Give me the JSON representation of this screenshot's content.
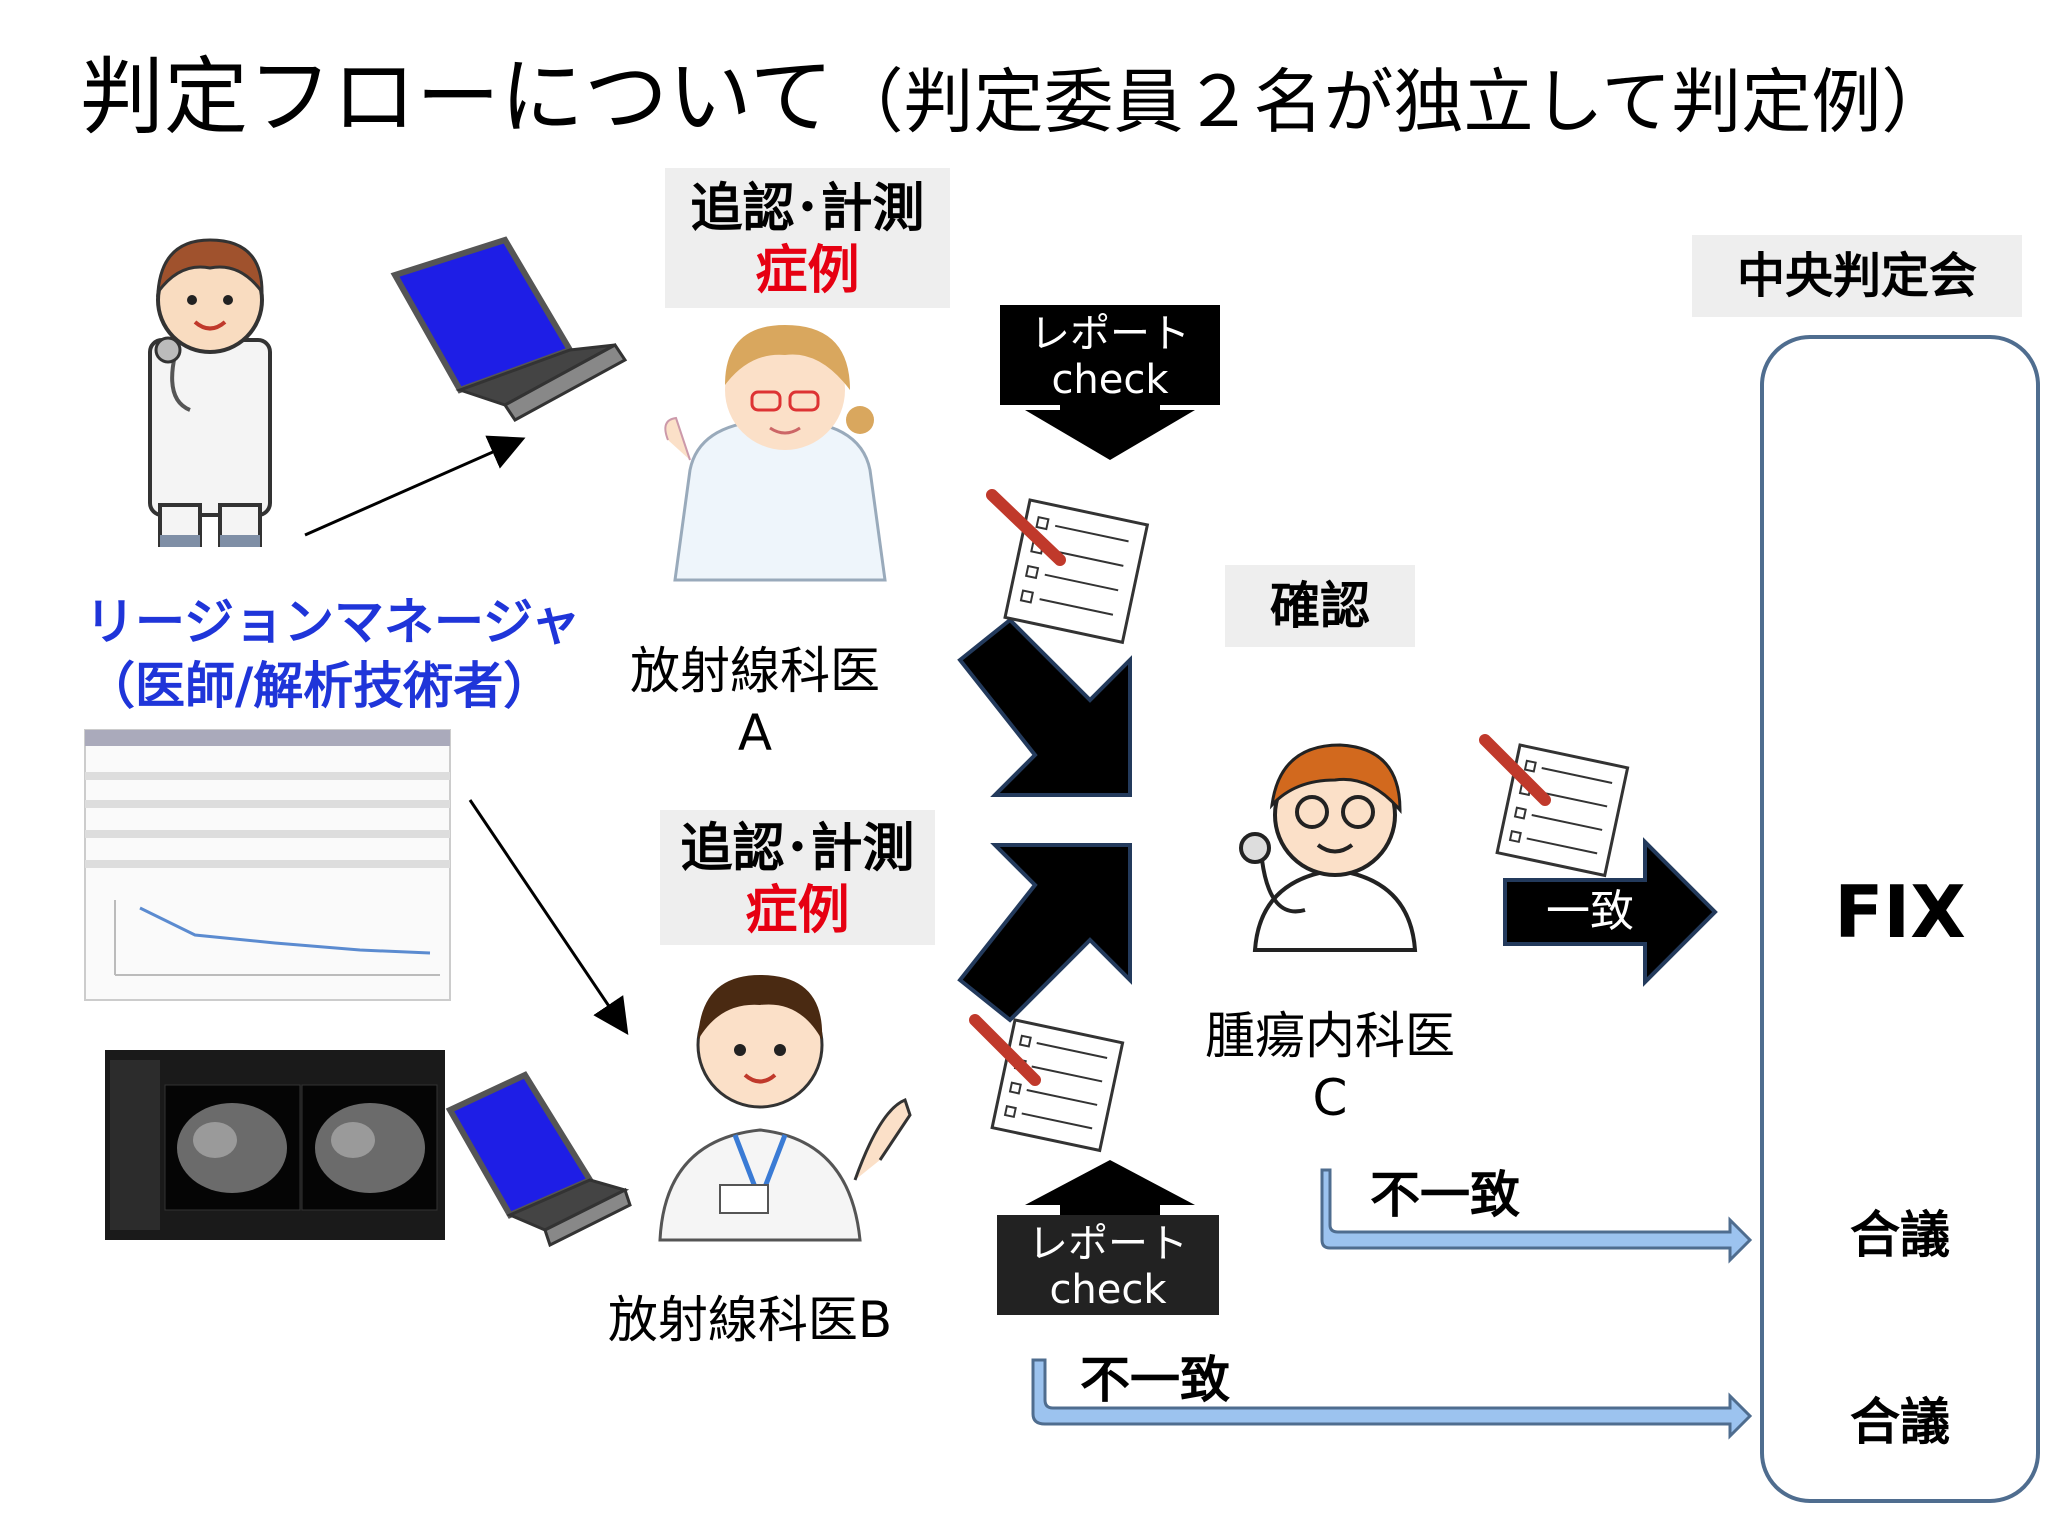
{
  "title": {
    "main": "判定フローについて",
    "sub": "（判定委員２名が独立して判定例）"
  },
  "region_manager": {
    "line1": "リージョンマネージャ",
    "line2": "（医師/解析技術者）"
  },
  "reviewer_a": {
    "label_line1": "追認･計測",
    "label_line2": "症例",
    "role_line1": "放射線科医",
    "role_line2": "A"
  },
  "reviewer_b": {
    "label_line1": "追認･計測",
    "label_line2": "症例",
    "role": "放射線科医B"
  },
  "report_check_top": {
    "line1": "レポート",
    "line2": "check"
  },
  "report_check_bottom": {
    "line1": "レポート",
    "line2": "check"
  },
  "confirm": {
    "label": "確認"
  },
  "oncologist": {
    "role_line1": "腫瘍内科医",
    "role_line2": "C"
  },
  "agree_arrow": {
    "label": "一致"
  },
  "disagree_1": {
    "label": "不一致"
  },
  "disagree_2": {
    "label": "不一致"
  },
  "central_committee": {
    "label": "中央判定会"
  },
  "outcomes": {
    "fix": "FIX",
    "consult_1": "合議",
    "consult_2": "合議"
  },
  "colors": {
    "accent_red": "#e60012",
    "accent_blue": "#1f35d9",
    "box_border": "#4f6d8f",
    "light_arrow": "#9cc3ef"
  },
  "icons": [
    "doctor-stethoscope-icon",
    "laptop-icon",
    "female-doctor-icon",
    "male-doctor-icon",
    "oncologist-icon",
    "checklist-pen-icon",
    "report-table-icon",
    "ct-scan-icon"
  ]
}
